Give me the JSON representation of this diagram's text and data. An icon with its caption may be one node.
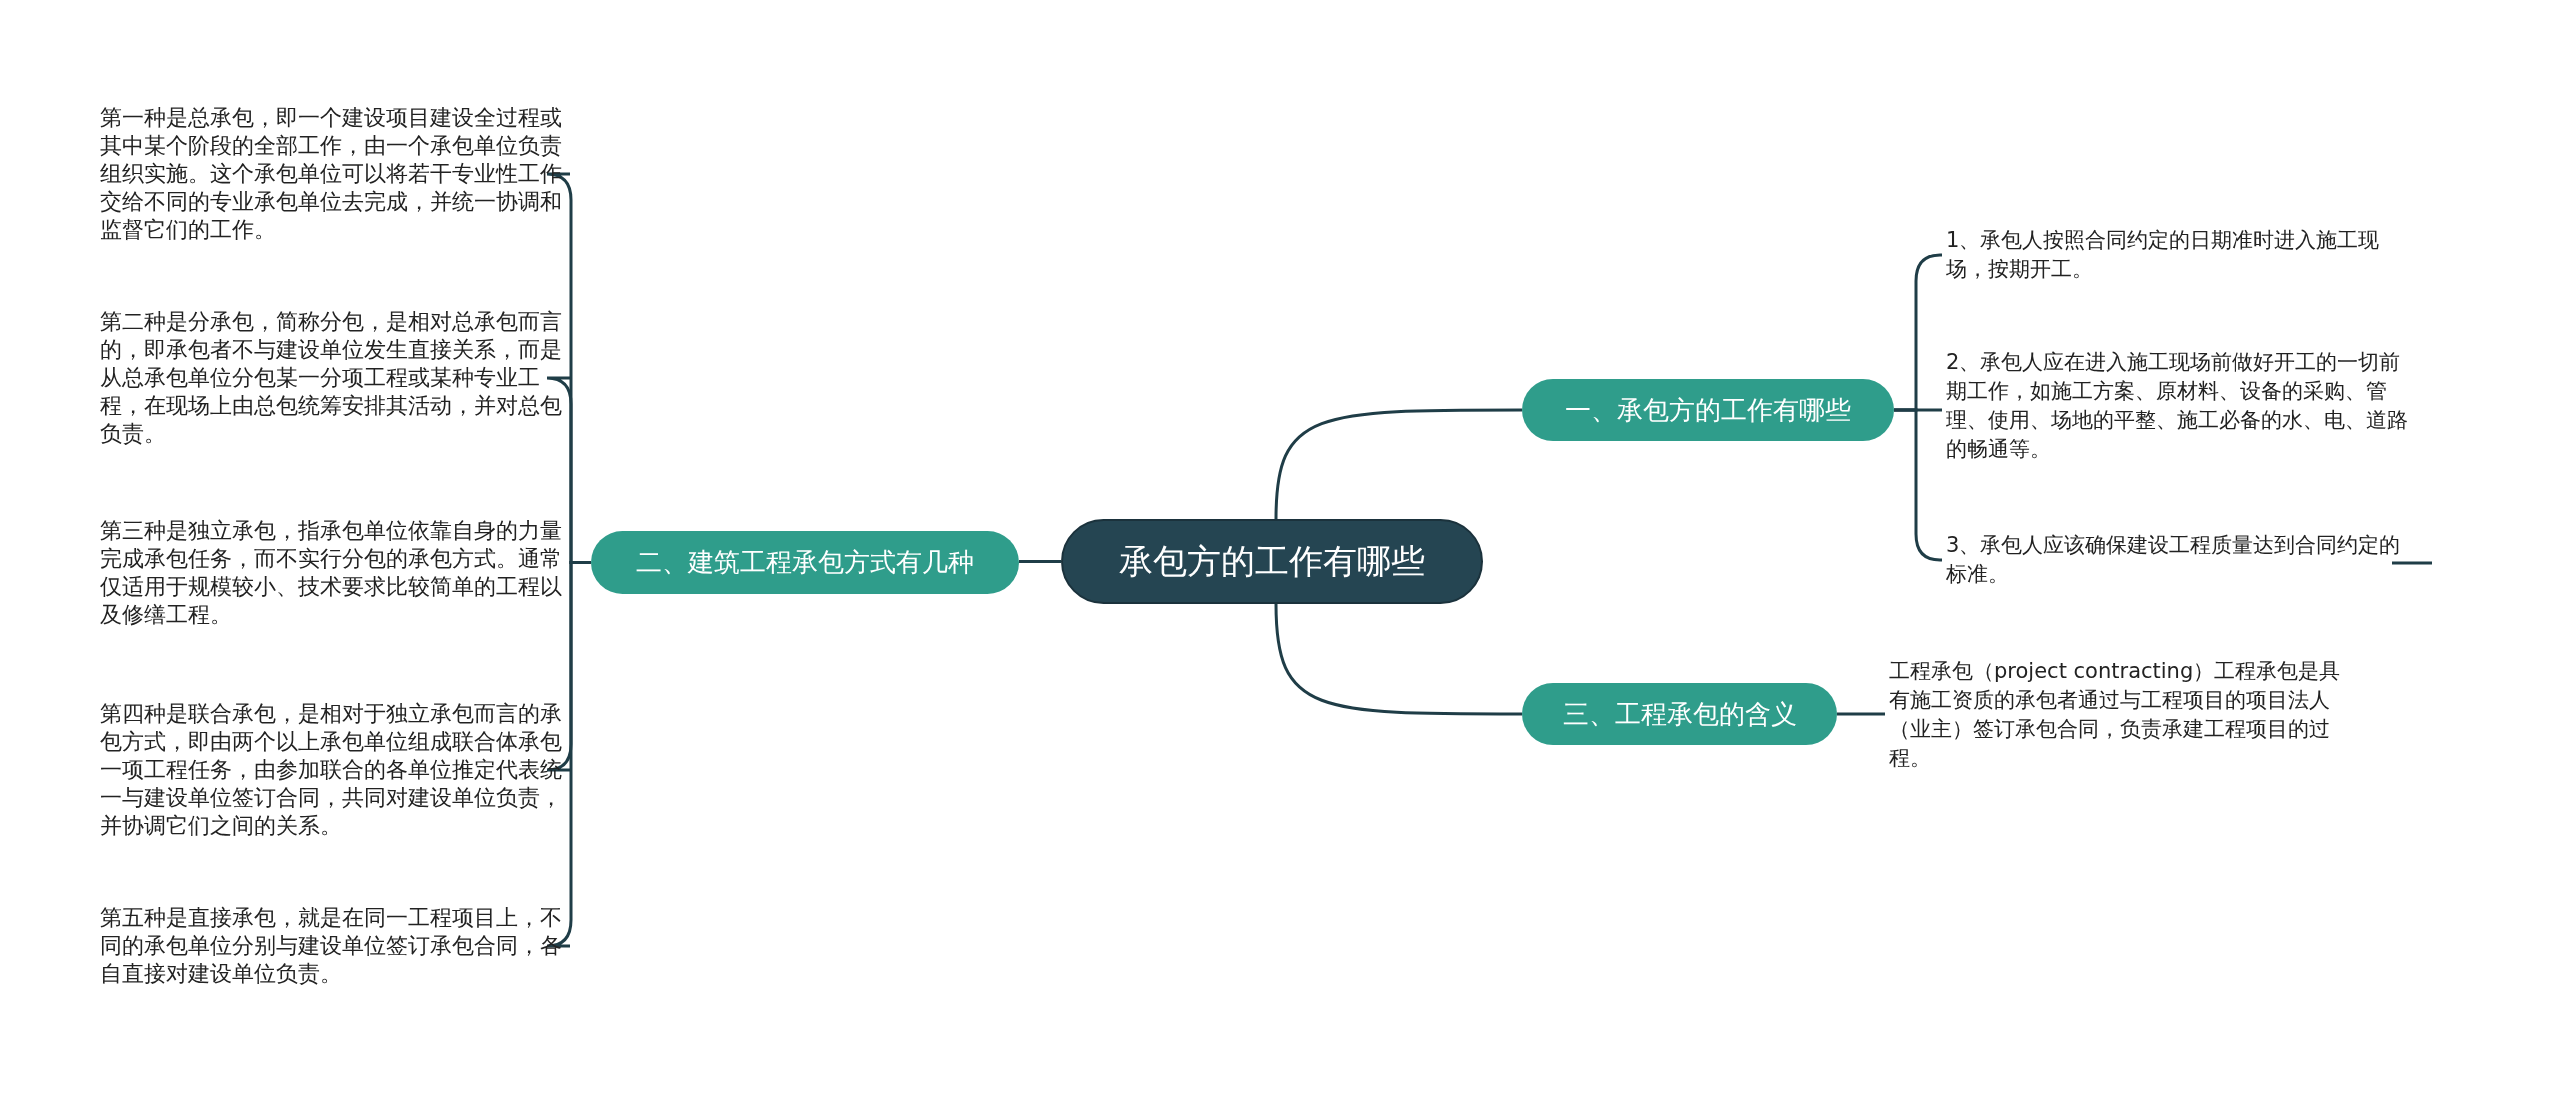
{
  "diagram": {
    "nodes": [
      {
        "text": [
          "承包方的工作有哪些"
        ]
      },
      {
        "text": [
          "一、承包方的工作有哪些"
        ]
      },
      {
        "text": [
          "1、承包人按照合同约定的日期准时进入施工现场，按期开工。"
        ]
      },
      {
        "text": [
          "2、承包人应在进入施工现场前做好开工的一切前期工作，如施工方案、原材料、设备的采购、管理、使用、场地的平整、施工必备的水、电、道路的畅通等。"
        ]
      },
      {
        "text": [
          "3、承包人应该确保建设工程质量达到合同约定的标准。"
        ]
      },
      {
        "text": [
          "二、建筑工程承包方式有几种"
        ]
      },
      {
        "text": [
          "第一种是总承包，即一个建设项目建设全过程或其中某个阶段的全部工作，由一个承包单位负责组织实施。这个承包单位可以将若干专业性工作交给不同的专业承包单位去完成，并统一协调和监督它们的工作。"
        ]
      },
      {
        "text": [
          "第二种是分承包，简称分包，是相对总承包而言的，即承包者不与建设单位发生直接关系，而是从总承包单位分包某一分项工程或某种专业工程，在现场上由总包统筹安排其活动，并对总包负责。"
        ]
      },
      {
        "text": [
          "第三种是独立承包，指承包单位依靠自身的力量完成承包任务，而不实行分包的承包方式。通常仅适用于规模较小、技术要求比较简单的工程以及修缮工程。"
        ]
      },
      {
        "text": [
          "第四种是联合承包，是相对于独立承包而言的承包方式，即由两个以上承包单位组成联合体承包一项工程任务，由参加联合的各单位推定代表统一与建设单位签订合同，共同对建设单位负责，并协调它们之间的关系。"
        ]
      },
      {
        "text": [
          "第五种是直接承包，就是在同一工程项目上，不同的承包单位分别与建设单位签订承包合同，各自直接对建设单位负责。"
        ]
      },
      {
        "text": [
          "三、工程承包的含义"
        ]
      },
      {
        "text": [
          "工程承包（project contracting）工程承包是具有施工资质的承包者通过与工程项目的项目法人（业主）签订承包合同，负责承建工程项目的过程。"
        ]
      }
    ],
    "edges": [
      {
        "from": 0,
        "to": 1,
        "arrow": "none"
      },
      {
        "from": 1,
        "to": 2,
        "arrow": "none"
      },
      {
        "from": 1,
        "to": 3,
        "arrow": "none"
      },
      {
        "from": 1,
        "to": 4,
        "arrow": "none"
      },
      {
        "from": 0,
        "to": 5,
        "arrow": "none"
      },
      {
        "from": 5,
        "to": 6,
        "arrow": "none"
      },
      {
        "from": 5,
        "to": 7,
        "arrow": "none"
      },
      {
        "from": 5,
        "to": 8,
        "arrow": "none"
      },
      {
        "from": 5,
        "to": 9,
        "arrow": "none"
      },
      {
        "from": 5,
        "to": 10,
        "arrow": "none"
      },
      {
        "from": 0,
        "to": 11,
        "arrow": "none"
      },
      {
        "from": 11,
        "to": 12,
        "arrow": "none"
      }
    ]
  }
}
